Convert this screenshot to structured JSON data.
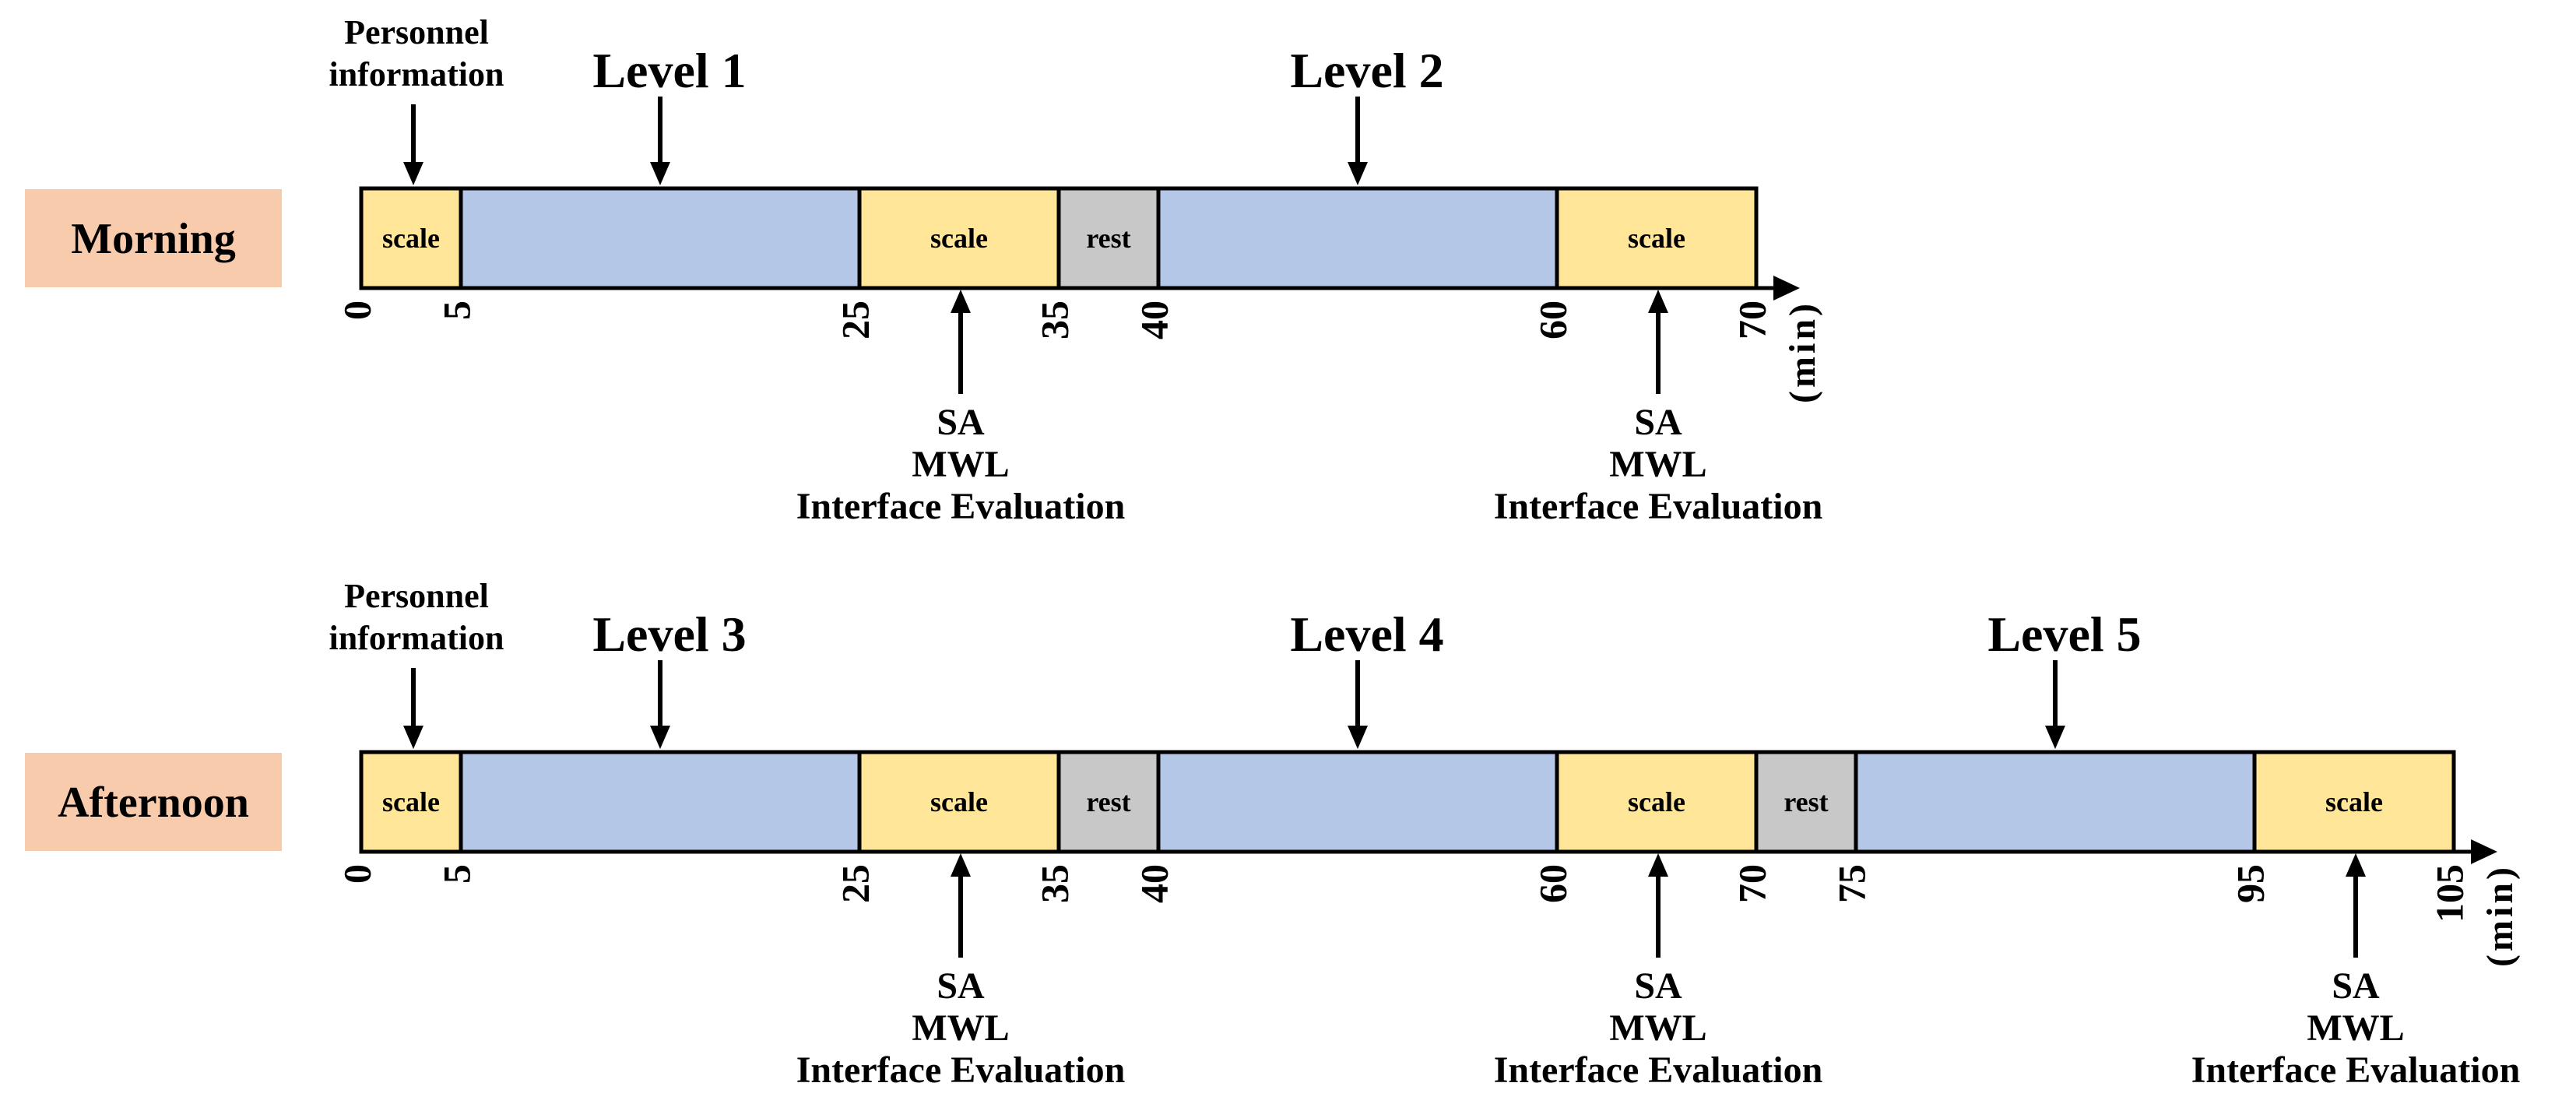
{
  "colors": {
    "scale": "#FFE699",
    "level": "#B4C7E7",
    "rest": "#C8C8C8",
    "session_label_bg": "#F8CBAD",
    "line": "#000000"
  },
  "unit": "(min)",
  "timelines": [
    {
      "id": "morning",
      "label": "Morning",
      "info_label": [
        "Personnel",
        "information"
      ],
      "segments": [
        {
          "start": 0,
          "end": 5,
          "type": "scale",
          "label": "scale"
        },
        {
          "start": 5,
          "end": 25,
          "type": "level",
          "label": ""
        },
        {
          "start": 25,
          "end": 35,
          "type": "scale",
          "label": "scale"
        },
        {
          "start": 35,
          "end": 40,
          "type": "rest",
          "label": "rest"
        },
        {
          "start": 40,
          "end": 60,
          "type": "level",
          "label": ""
        },
        {
          "start": 60,
          "end": 70,
          "type": "scale",
          "label": "scale"
        }
      ],
      "ticks": [
        "0",
        "5",
        "25",
        "35",
        "40",
        "60",
        "70"
      ],
      "tick_values": [
        0,
        5,
        25,
        35,
        40,
        60,
        70
      ],
      "levels": [
        {
          "label": "Level 1",
          "at": 15
        },
        {
          "label": "Level 2",
          "at": 50
        }
      ],
      "measures": [
        {
          "at": 30,
          "lines": [
            "SA",
            "MWL",
            "Interface Evaluation"
          ]
        },
        {
          "at": 65,
          "lines": [
            "SA",
            "MWL",
            "Interface Evaluation"
          ]
        }
      ]
    },
    {
      "id": "afternoon",
      "label": "Afternoon",
      "info_label": [
        "Personnel",
        "information"
      ],
      "segments": [
        {
          "start": 0,
          "end": 5,
          "type": "scale",
          "label": "scale"
        },
        {
          "start": 5,
          "end": 25,
          "type": "level",
          "label": ""
        },
        {
          "start": 25,
          "end": 35,
          "type": "scale",
          "label": "scale"
        },
        {
          "start": 35,
          "end": 40,
          "type": "rest",
          "label": "rest"
        },
        {
          "start": 40,
          "end": 60,
          "type": "level",
          "label": ""
        },
        {
          "start": 60,
          "end": 70,
          "type": "scale",
          "label": "scale"
        },
        {
          "start": 70,
          "end": 75,
          "type": "rest",
          "label": "rest"
        },
        {
          "start": 75,
          "end": 95,
          "type": "level",
          "label": ""
        },
        {
          "start": 95,
          "end": 105,
          "type": "scale",
          "label": "scale"
        }
      ],
      "ticks": [
        "0",
        "5",
        "25",
        "35",
        "40",
        "60",
        "70",
        "75",
        "95",
        "105"
      ],
      "tick_values": [
        0,
        5,
        25,
        35,
        40,
        60,
        70,
        75,
        95,
        105
      ],
      "levels": [
        {
          "label": "Level 3",
          "at": 15
        },
        {
          "label": "Level 4",
          "at": 50
        },
        {
          "label": "Level 5",
          "at": 85
        }
      ],
      "measures": [
        {
          "at": 30,
          "lines": [
            "SA",
            "MWL",
            "Interface Evaluation"
          ]
        },
        {
          "at": 65,
          "lines": [
            "SA",
            "MWL",
            "Interface Evaluation"
          ]
        },
        {
          "at": 100,
          "lines": [
            "SA",
            "MWL",
            "Interface Evaluation"
          ]
        }
      ]
    }
  ]
}
